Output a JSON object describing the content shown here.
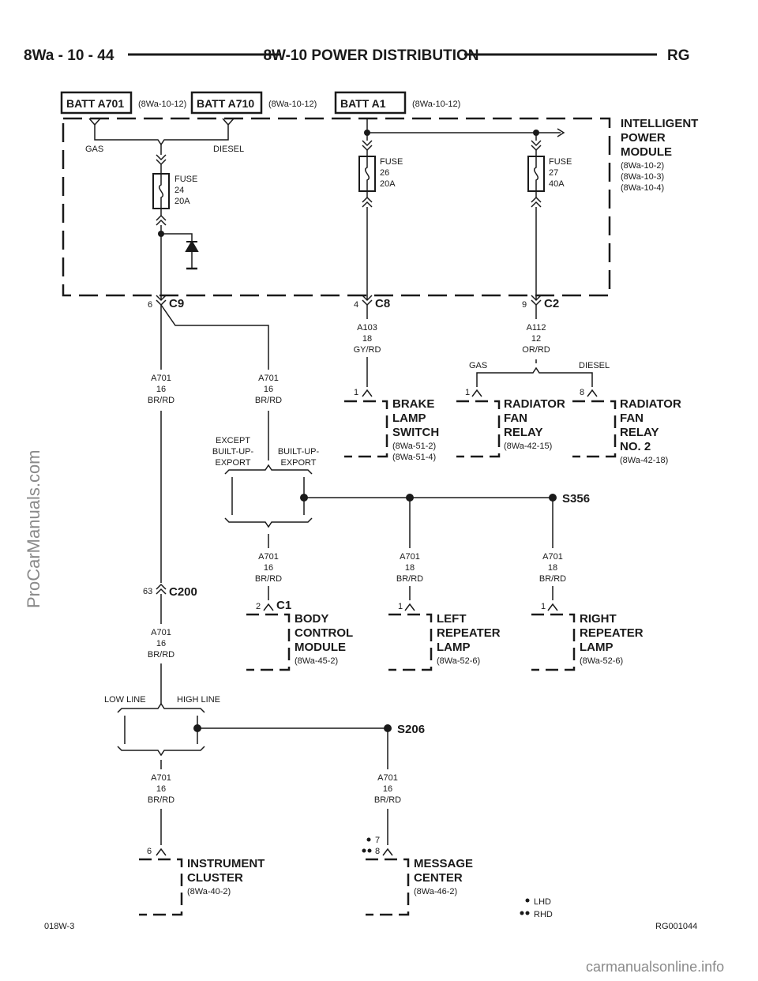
{
  "header": {
    "left": "8Wa - 10 - 44",
    "title": "8W-10 POWER DISTRIBUTION",
    "right": "RG"
  },
  "batt": [
    {
      "label": "BATT A701",
      "ref": "(8Wa-10-12)"
    },
    {
      "label": "BATT A710",
      "ref": "(8Wa-10-12)"
    },
    {
      "label": "BATT A1",
      "ref": "(8Wa-10-12)"
    }
  ],
  "ipm": {
    "name": [
      "INTELLIGENT",
      "POWER",
      "MODULE"
    ],
    "refs": [
      "(8Wa-10-2)",
      "(8Wa-10-3)",
      "(8Wa-10-4)"
    ]
  },
  "labels": {
    "gas": "GAS",
    "diesel": "DIESEL",
    "except": [
      "EXCEPT",
      "BUILT-UP-",
      "EXPORT"
    ],
    "builtup": [
      "BUILT-UP-",
      "EXPORT"
    ],
    "low_line": "LOW LINE",
    "high_line": "HIGH LINE"
  },
  "fuses": [
    {
      "lines": [
        "FUSE",
        "24",
        "20A"
      ]
    },
    {
      "lines": [
        "FUSE",
        "26",
        "20A"
      ]
    },
    {
      "lines": [
        "FUSE",
        "27",
        "40A"
      ]
    }
  ],
  "connectors": {
    "c9": "C9",
    "c9_pin": "6",
    "c8": "C8",
    "c8_pin": "4",
    "c2": "C2",
    "c2_pin": "9",
    "c200": "C200",
    "c200_pin": "63",
    "c1": "C1",
    "c1_pin": "2"
  },
  "splices": {
    "s356": "S356",
    "s206": "S206"
  },
  "wires": {
    "a103": [
      "A103",
      "18",
      "GY/RD"
    ],
    "a112": [
      "A112",
      "12",
      "OR/RD"
    ],
    "a701_16": [
      "A701",
      "16",
      "BR/RD"
    ],
    "a701_18": [
      "A701",
      "18",
      "BR/RD"
    ]
  },
  "components": {
    "brake": {
      "name": [
        "BRAKE",
        "LAMP",
        "SWITCH"
      ],
      "refs": [
        "(8Wa-51-2)",
        "(8Wa-51-4)"
      ],
      "pin": "1"
    },
    "rad1": {
      "name": [
        "RADIATOR",
        "FAN",
        "RELAY"
      ],
      "refs": [
        "(8Wa-42-15)"
      ],
      "pin": "1"
    },
    "rad2": {
      "name": [
        "RADIATOR",
        "FAN",
        "RELAY",
        "NO. 2"
      ],
      "refs": [
        "(8Wa-42-18)"
      ],
      "pin": "8"
    },
    "bcm": {
      "name": [
        "BODY",
        "CONTROL",
        "MODULE"
      ],
      "refs": [
        "(8Wa-45-2)"
      ]
    },
    "lrl": {
      "name": [
        "LEFT",
        "REPEATER",
        "LAMP"
      ],
      "refs": [
        "(8Wa-52-6)"
      ],
      "pin": "1"
    },
    "rrl": {
      "name": [
        "RIGHT",
        "REPEATER",
        "LAMP"
      ],
      "refs": [
        "(8Wa-52-6)"
      ],
      "pin": "1"
    },
    "ic": {
      "name": [
        "INSTRUMENT",
        "CLUSTER"
      ],
      "refs": [
        "(8Wa-40-2)"
      ],
      "pin": "6"
    },
    "mc": {
      "name": [
        "MESSAGE",
        "CENTER"
      ],
      "refs": [
        "(8Wa-46-2)"
      ],
      "pin_lhd": "7",
      "pin_rhd": "8"
    }
  },
  "legend": {
    "lhd": "LHD",
    "rhd": "RHD"
  },
  "footer": {
    "left": "018W-3",
    "right": "RG001044"
  },
  "watermarks": {
    "side": "ProCarManuals.com",
    "bottom": "carmanualsonline.info"
  }
}
